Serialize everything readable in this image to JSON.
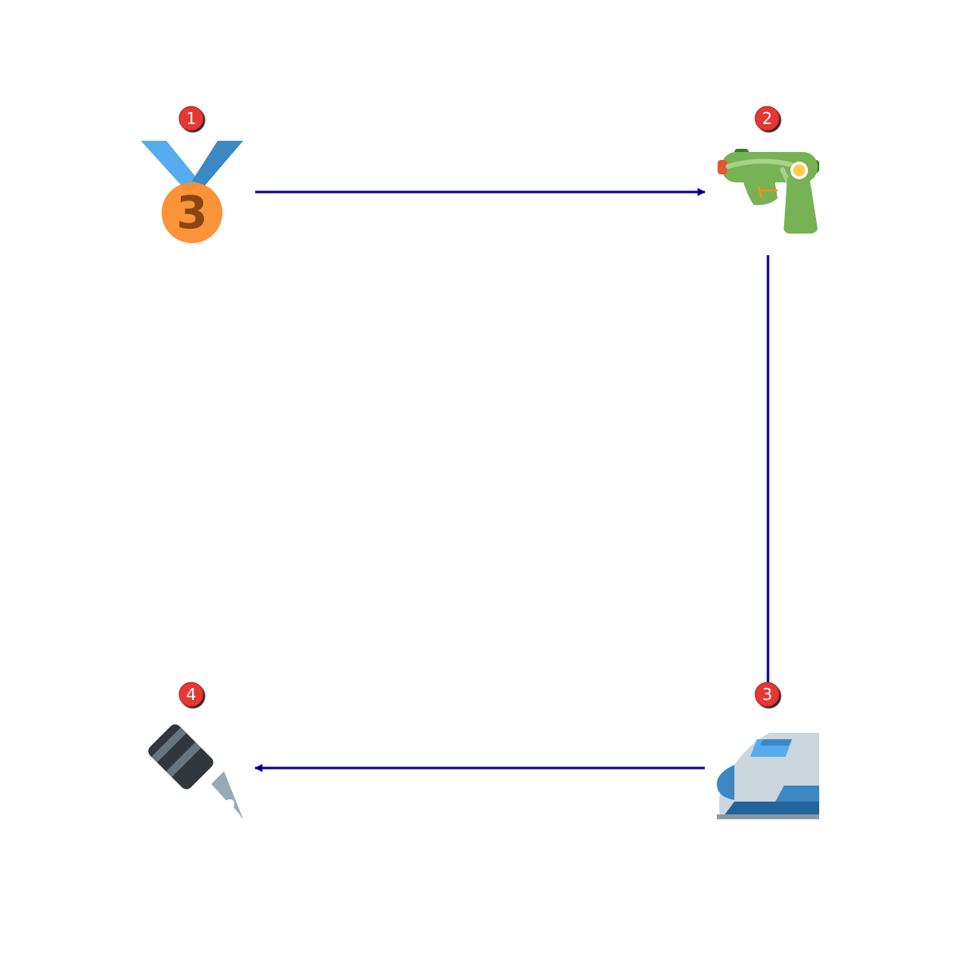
{
  "diagram": {
    "nodes": [
      {
        "id": "n1",
        "step": "1",
        "icon": "third-place-medal-icon"
      },
      {
        "id": "n2",
        "step": "2",
        "icon": "water-pistol-icon"
      },
      {
        "id": "n3",
        "step": "3",
        "icon": "bullet-train-icon"
      },
      {
        "id": "n4",
        "step": "4",
        "icon": "fountain-pen-icon"
      }
    ],
    "edges": [
      {
        "from": "n1",
        "to": "n2"
      },
      {
        "from": "n2",
        "to": "n3"
      },
      {
        "from": "n3",
        "to": "n4"
      }
    ],
    "medal_numeral": "3",
    "colors": {
      "arrow": "#00008b",
      "badge": "#e53935",
      "badge_text": "#ffffff"
    }
  }
}
